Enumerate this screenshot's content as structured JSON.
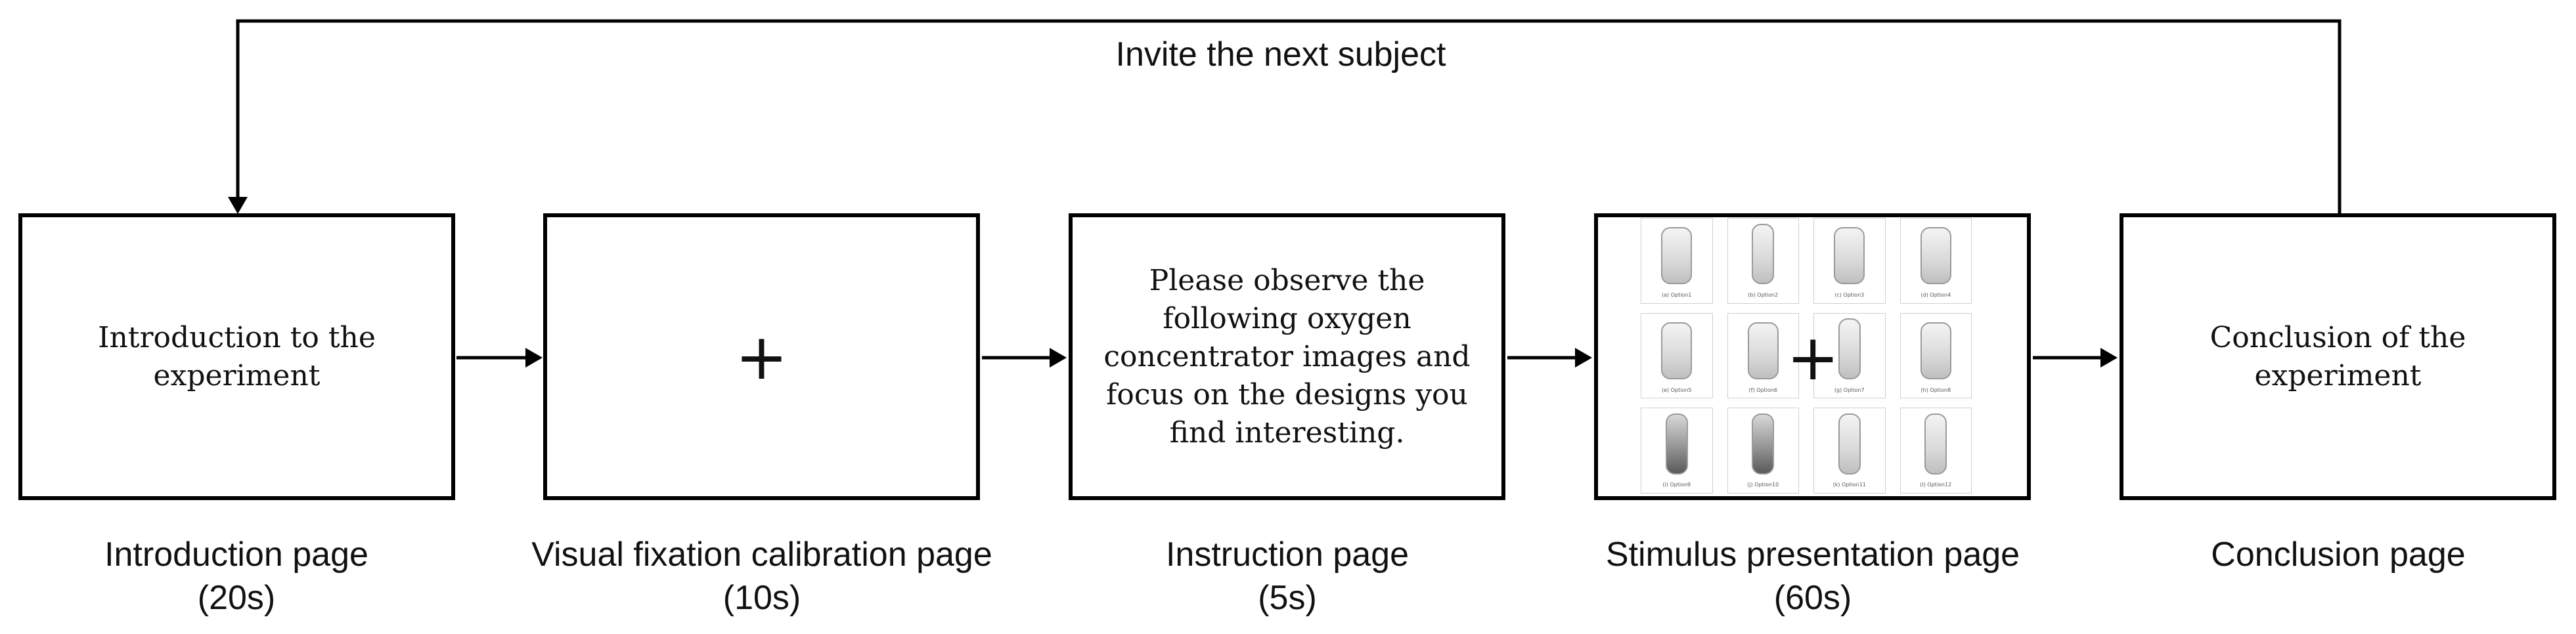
{
  "feedback_label": "Invite the next subject",
  "fixation_symbol": "+",
  "stages": [
    {
      "box_text": "Introduction to the experiment",
      "title": "Introduction page",
      "duration": "(20s)"
    },
    {
      "box_text": "",
      "title": "Visual fixation calibration page",
      "duration": "(10s)"
    },
    {
      "box_text": "Please observe the following oxygen concentrator images and focus on the designs you find interesting.",
      "title": "Instruction page",
      "duration": "(5s)"
    },
    {
      "box_text": "",
      "title": "Stimulus presentation page",
      "duration": "(60s)"
    },
    {
      "box_text": "Conclusion of the experiment",
      "title": "Conclusion page",
      "duration": ""
    }
  ],
  "stimulus_thumbnails": [
    {
      "label": "(a) Option1"
    },
    {
      "label": "(b) Option2"
    },
    {
      "label": "(c) Option3"
    },
    {
      "label": "(d) Option4"
    },
    {
      "label": "(e) Option5"
    },
    {
      "label": "(f) Option6"
    },
    {
      "label": "(g) Option7"
    },
    {
      "label": "(h) Option8"
    },
    {
      "label": "(i) Option9"
    },
    {
      "label": "(j) Option10"
    },
    {
      "label": "(k) Option11"
    },
    {
      "label": "(l) Option12"
    }
  ],
  "colors": {
    "line": "#000000",
    "background": "#ffffff",
    "text": "#111111"
  }
}
